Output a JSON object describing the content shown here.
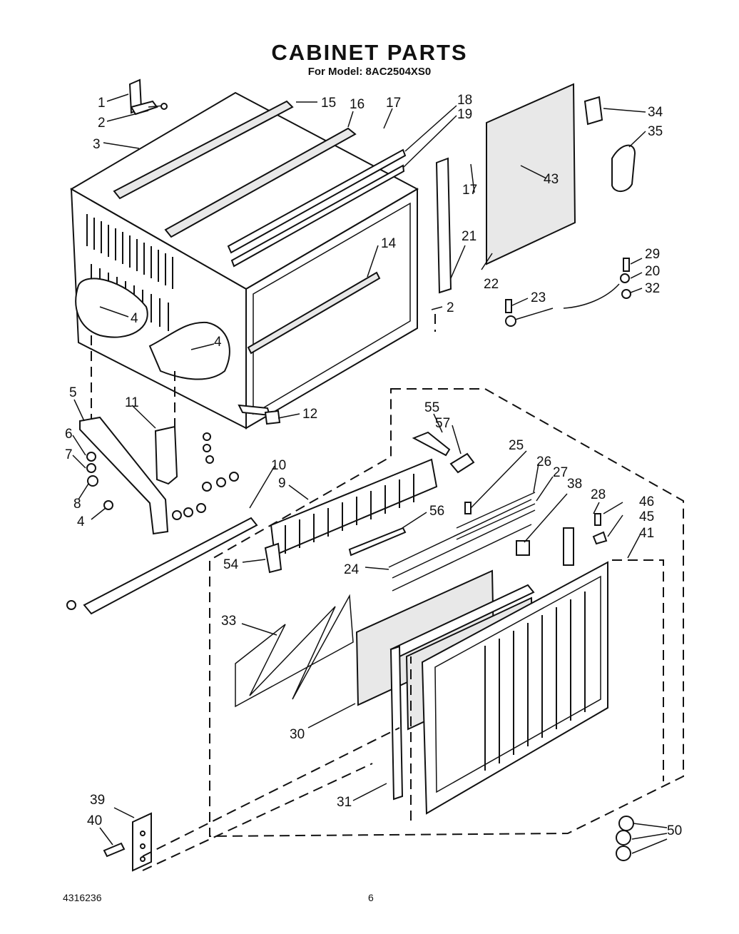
{
  "header": {
    "title": "CABINET PARTS",
    "subtitle": "For Model: 8AC2504XS0"
  },
  "footer": {
    "document_number": "4316236",
    "page_number": "6"
  },
  "callouts": {
    "c1": "1",
    "c2a": "2",
    "c3": "3",
    "c15": "15",
    "c16": "16",
    "c17a": "17",
    "c18": "18",
    "c19": "19",
    "c34": "34",
    "c35": "35",
    "c43": "43",
    "c17b": "17",
    "c21": "21",
    "c22": "22",
    "c14": "14",
    "c2b": "2",
    "c29": "29",
    "c20": "20",
    "c32": "32",
    "c23": "23",
    "c4a": "4",
    "c4b": "4",
    "c12": "12",
    "c5": "5",
    "c11": "11",
    "c6": "6",
    "c7": "7",
    "c8": "8",
    "c4c": "4",
    "c10": "10",
    "c9": "9",
    "c55": "55",
    "c57": "57",
    "c25": "25",
    "c26": "26",
    "c27": "27",
    "c38": "38",
    "c28": "28",
    "c46": "46",
    "c45": "45",
    "c41": "41",
    "c56": "56",
    "c54": "54",
    "c24": "24",
    "c33": "33",
    "c30": "30",
    "c31": "31",
    "c39": "39",
    "c40": "40",
    "c50": "50"
  },
  "icons": {
    "cabinet": "cabinet-shell-icon",
    "grille": "front-grille-icon",
    "filter": "filter-icon",
    "screw": "screw-icon"
  }
}
